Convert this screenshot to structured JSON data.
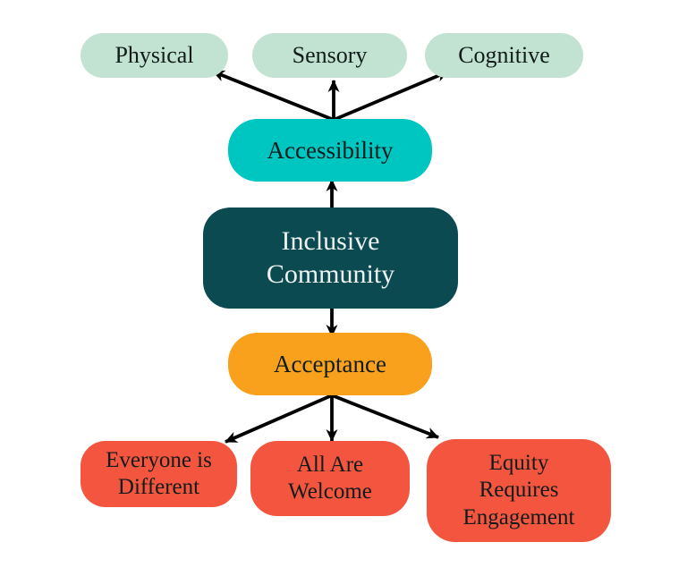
{
  "diagram": {
    "title": "Inclusive Community diagram",
    "background": "#ffffff",
    "nodes": {
      "inclusive_community": {
        "label": "Inclusive Community",
        "color": "#0b4a50",
        "text_color": "#eef3f2"
      },
      "accessibility": {
        "label": "Accessibility",
        "color": "#00c6c1",
        "text_color": "#101c1c"
      },
      "acceptance": {
        "label": "Acceptance",
        "color": "#f9a11c",
        "text_color": "#101c1c"
      },
      "physical": {
        "label": "Physical",
        "color": "#c3e3d2",
        "text_color": "#101c1c"
      },
      "sensory": {
        "label": "Sensory",
        "color": "#c3e3d2",
        "text_color": "#101c1c"
      },
      "cognitive": {
        "label": "Cognitive",
        "color": "#c3e3d2",
        "text_color": "#101c1c"
      },
      "everyone_is_different": {
        "label": "Everyone is Different",
        "color": "#f4553e",
        "text_color": "#101c1c"
      },
      "all_are_welcome": {
        "label": "All Are Welcome",
        "color": "#f4553e",
        "text_color": "#101c1c"
      },
      "equity_requires_engagement": {
        "label": "Equity Requires Engagement",
        "color": "#f4553e",
        "text_color": "#101c1c"
      }
    },
    "edges": [
      {
        "from": "accessibility",
        "to": "physical"
      },
      {
        "from": "accessibility",
        "to": "sensory"
      },
      {
        "from": "accessibility",
        "to": "cognitive"
      },
      {
        "from": "inclusive_community",
        "to": "accessibility"
      },
      {
        "from": "inclusive_community",
        "to": "acceptance"
      },
      {
        "from": "acceptance",
        "to": "everyone_is_different"
      },
      {
        "from": "acceptance",
        "to": "all_are_welcome"
      },
      {
        "from": "acceptance",
        "to": "equity_requires_engagement"
      }
    ],
    "arrow_color": "#000000"
  }
}
